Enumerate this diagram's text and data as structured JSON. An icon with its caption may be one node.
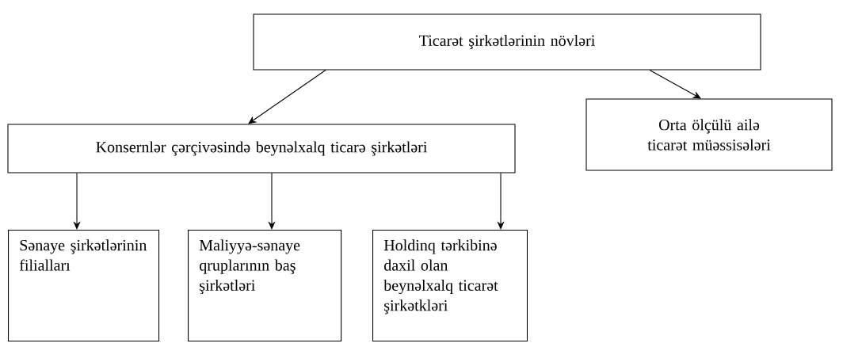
{
  "diagram": {
    "nodes": [
      {
        "text": [
          "Ticarət şirkətlərinin növləri"
        ]
      },
      {
        "text": [
          "Konsernlər çərçivəsində beynəlxalq ticarə şirkətləri"
        ]
      },
      {
        "text": [
          "Orta ölçülü ailə ticarət müəssisələri"
        ]
      },
      {
        "text": [
          "Sənaye şirkətlərinin filialları"
        ]
      },
      {
        "text": [
          "Maliyyə-sənaye qruplarının baş şirkətləri"
        ]
      },
      {
        "text": [
          "Holdinq tərkibinə daxil olan beynəlxalq ticarət şirkətkləri"
        ]
      }
    ],
    "edges": [
      {
        "from": 0,
        "to": 1,
        "arrow": "to"
      },
      {
        "from": 0,
        "to": 2,
        "arrow": "to"
      },
      {
        "from": 1,
        "to": 3,
        "arrow": "to"
      },
      {
        "from": 1,
        "to": 4,
        "arrow": "to"
      },
      {
        "from": 1,
        "to": 5,
        "arrow": "to"
      }
    ]
  }
}
